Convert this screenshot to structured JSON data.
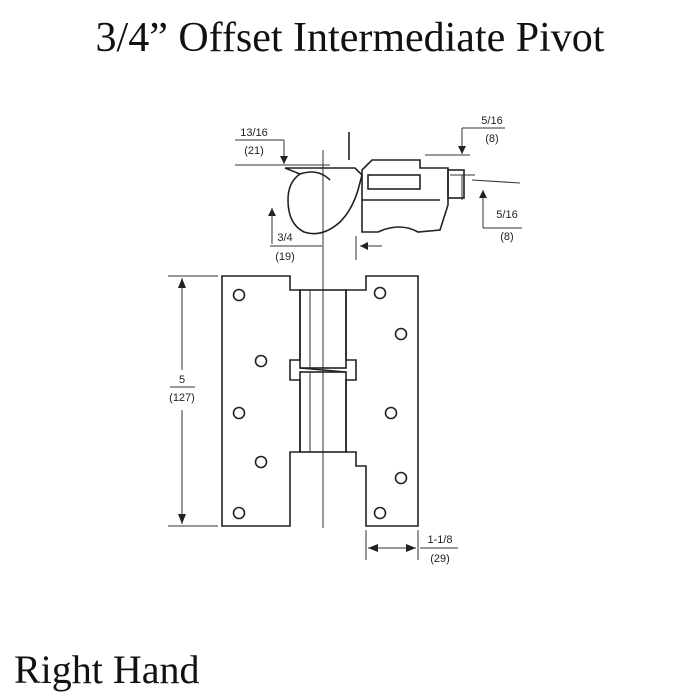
{
  "title": "3/4” Offset Intermediate Pivot",
  "footer": "Right Hand",
  "dimensions": {
    "top_left": {
      "frac": "13/16",
      "mm": "(21)"
    },
    "top_right": {
      "frac": "5/16",
      "mm": "(8)"
    },
    "mid_right": {
      "frac": "5/16",
      "mm": "(8)"
    },
    "offset": {
      "frac": "3/4",
      "mm": "(19)"
    },
    "height": {
      "frac": "5",
      "mm": "(127)"
    },
    "width": {
      "frac": "1-1/8",
      "mm": "(29)"
    }
  }
}
